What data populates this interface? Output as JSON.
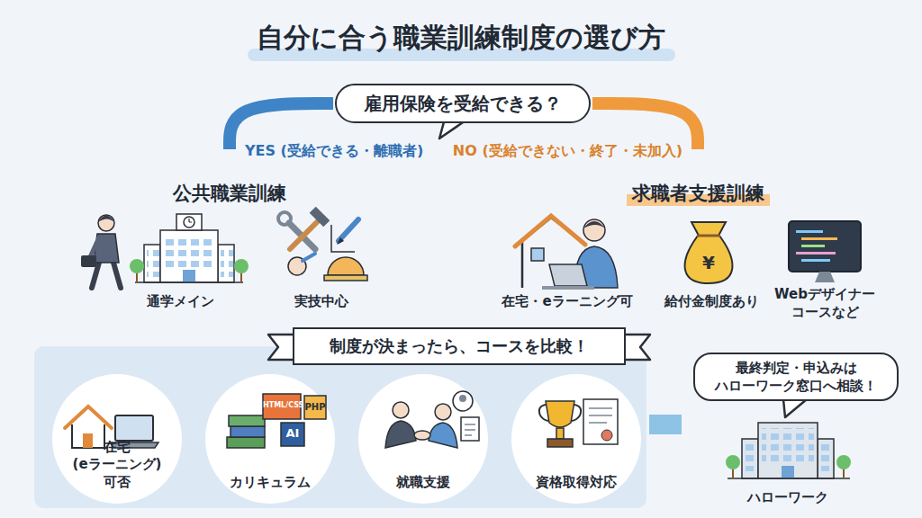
{
  "diagram": {
    "title": "自分に合う職業訓練制度の選び方",
    "nodes": [
      {
        "text": [
          "雇用保険を受給できる？"
        ]
      },
      {
        "text": [
          "公共職業訓練"
        ]
      },
      {
        "text": [
          "求職者支援訓練"
        ]
      },
      {
        "text": [
          "制度が決まったら、コースを比較！"
        ]
      },
      {
        "text": [
          "在宅 (eラーニング) 可否"
        ],
        "in": 3
      },
      {
        "text": [
          "カリキュラム"
        ],
        "in": 3
      },
      {
        "text": [
          "就職支援"
        ],
        "in": 3
      },
      {
        "text": [
          "資格取得対応"
        ],
        "in": 3
      },
      {
        "text": [
          "最終判定・申込みは ハローワーク窓口へ相談！"
        ]
      },
      {
        "text": [
          "ハローワーク"
        ]
      }
    ],
    "edges": [
      {
        "from": 0,
        "to": 1,
        "arrow": "to",
        "label": "YES (受給できる・離職者)"
      },
      {
        "from": 0,
        "to": 2,
        "arrow": "to",
        "label": "NO (受給できない・終了・未加入)"
      },
      {
        "from": 3,
        "to": 9,
        "arrow": "to"
      }
    ],
    "labels": [
      "通学メイン",
      "実技中心",
      "在宅・eラーニング可",
      "給付金制度あり",
      "Webデザイナー コースなど",
      "¥",
      "HTML/CSS",
      "PHP",
      "AI"
    ]
  }
}
